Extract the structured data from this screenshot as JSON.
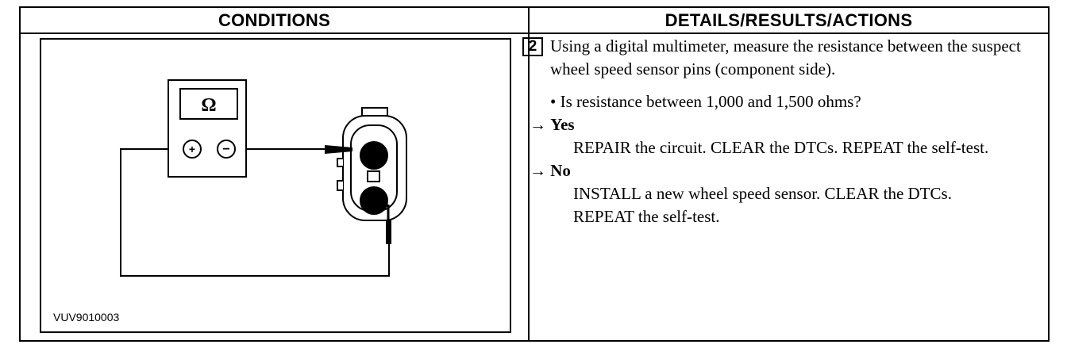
{
  "headers": {
    "conditions": "CONDITIONS",
    "details": "DETAILS/RESULTS/ACTIONS"
  },
  "figure": {
    "meter_symbol": "Ω",
    "plus_terminal": "+",
    "minus_terminal": "−",
    "figure_id": "VUV9010003",
    "icons": [
      "multimeter-icon",
      "wheel-speed-sensor-connector-icon"
    ]
  },
  "step": {
    "number": "2",
    "instruction": "Using a digital multimeter, measure the resistance between the suspect wheel speed sensor pins (component side).",
    "question": "• Is resistance between 1,000 and 1,500 ohms?",
    "yes_arrow": "→",
    "yes_label": "Yes",
    "yes_action": "REPAIR the circuit. CLEAR the DTCs. REPEAT the self-test.",
    "no_arrow": "→",
    "no_label": "No",
    "no_action": "INSTALL a new wheel speed sensor. CLEAR the DTCs. REPEAT the self-test."
  }
}
